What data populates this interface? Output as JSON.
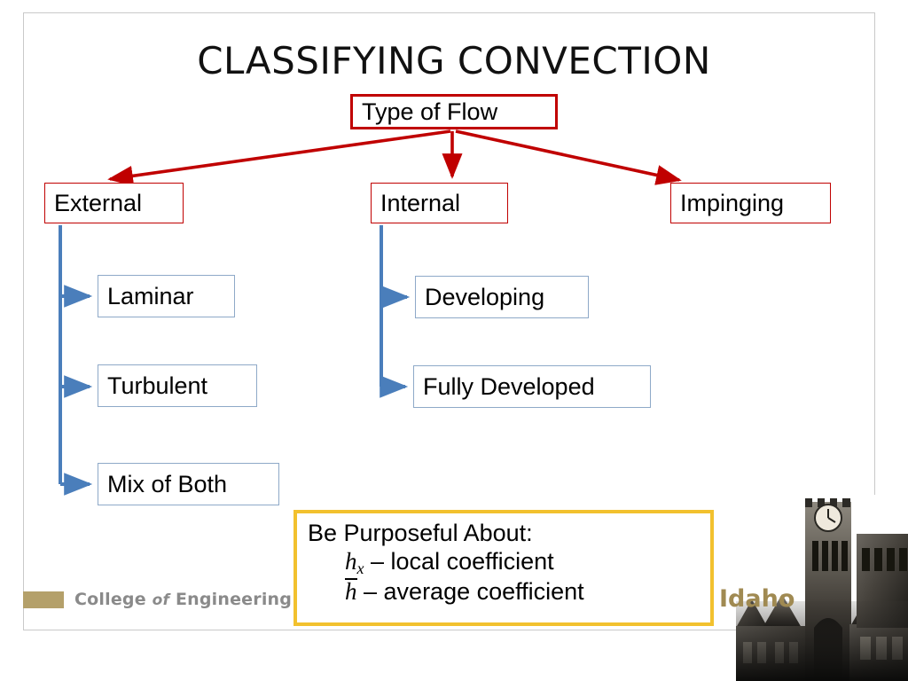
{
  "slide": {
    "title": "CLASSIFYING CONVECTION",
    "frame_color": "#c9c9c9",
    "background": "#ffffff"
  },
  "diagram": {
    "root": {
      "label": "Type of Flow",
      "border_color": "#c00000"
    },
    "level2": [
      {
        "label": "External",
        "border_color": "#c00000"
      },
      {
        "label": "Internal",
        "border_color": "#c00000"
      },
      {
        "label": "Impinging",
        "border_color": "#c00000"
      }
    ],
    "external_children": [
      {
        "label": "Laminar",
        "border_color": "#8ea9c8"
      },
      {
        "label": "Turbulent",
        "border_color": "#8ea9c8"
      },
      {
        "label": "Mix of Both",
        "border_color": "#8ea9c8"
      }
    ],
    "internal_children": [
      {
        "label": "Developing",
        "border_color": "#8ea9c8"
      },
      {
        "label": "Fully Developed",
        "border_color": "#8ea9c8"
      }
    ],
    "arrow_colors": {
      "primary": "#c00000",
      "secondary": "#4a7ebb"
    }
  },
  "callout": {
    "heading": "Be Purposeful About:",
    "line1_symbol": "h",
    "line1_subscript": "x",
    "line1_text": "– local coefficient",
    "line2_symbol": "h",
    "line2_text": "– average coefficient",
    "border_color": "#f2c12e"
  },
  "footer": {
    "college_prefix": "College",
    "college_of": "of",
    "college_suffix": "Engineering",
    "university": "Idaho",
    "swatch_color": "#b4a06a",
    "text_color": "#8a8a8a",
    "idaho_color": "#a08a52"
  }
}
